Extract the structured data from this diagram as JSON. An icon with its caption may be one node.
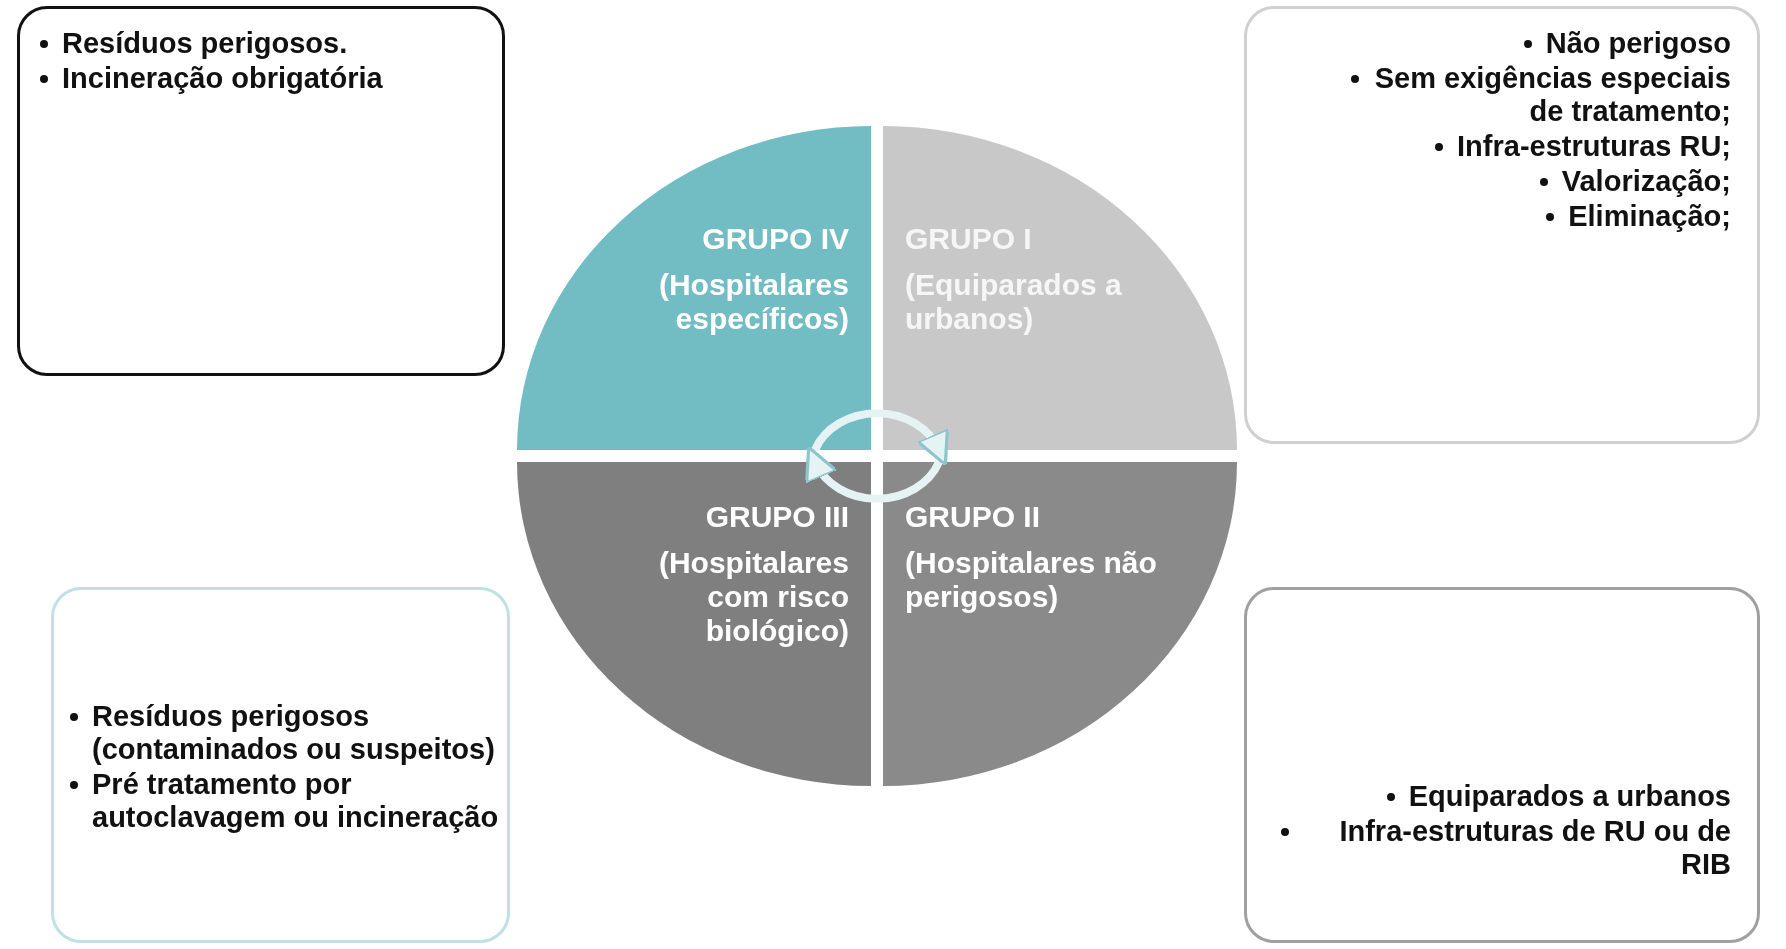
{
  "diagram": {
    "nodes": [
      {
        "text": [
          "Resíduos perigosos.",
          "Incineração obrigatória"
        ]
      },
      {
        "text": [
          "Não perigoso",
          "Sem exigências especiais de tratamento;",
          "Infra-estruturas RU;",
          "Valorização;",
          "Eliminação;"
        ]
      },
      {
        "text": [
          "GRUPO IV",
          "(Hospitalares específicos)"
        ]
      },
      {
        "text": [
          "GRUPO I",
          "(Equiparados a urbanos)"
        ]
      },
      {
        "text": [
          "GRUPO III",
          "(Hospitalares com risco biológico)"
        ]
      },
      {
        "text": [
          "GRUPO II",
          "(Hospitalares não perigosos)"
        ]
      },
      {
        "text": [
          "Resíduos perigosos (contaminados ou suspeitos)",
          "Pré tratamento por autoclavagem ou incineração"
        ]
      },
      {
        "text": [
          "Equiparados a urbanos",
          "Infra-estruturas de RU ou  de RIB"
        ]
      }
    ],
    "edges": [
      {
        "from": 2,
        "to": 3,
        "arrow": "to"
      },
      {
        "from": 5,
        "to": 4,
        "arrow": "to"
      }
    ]
  }
}
